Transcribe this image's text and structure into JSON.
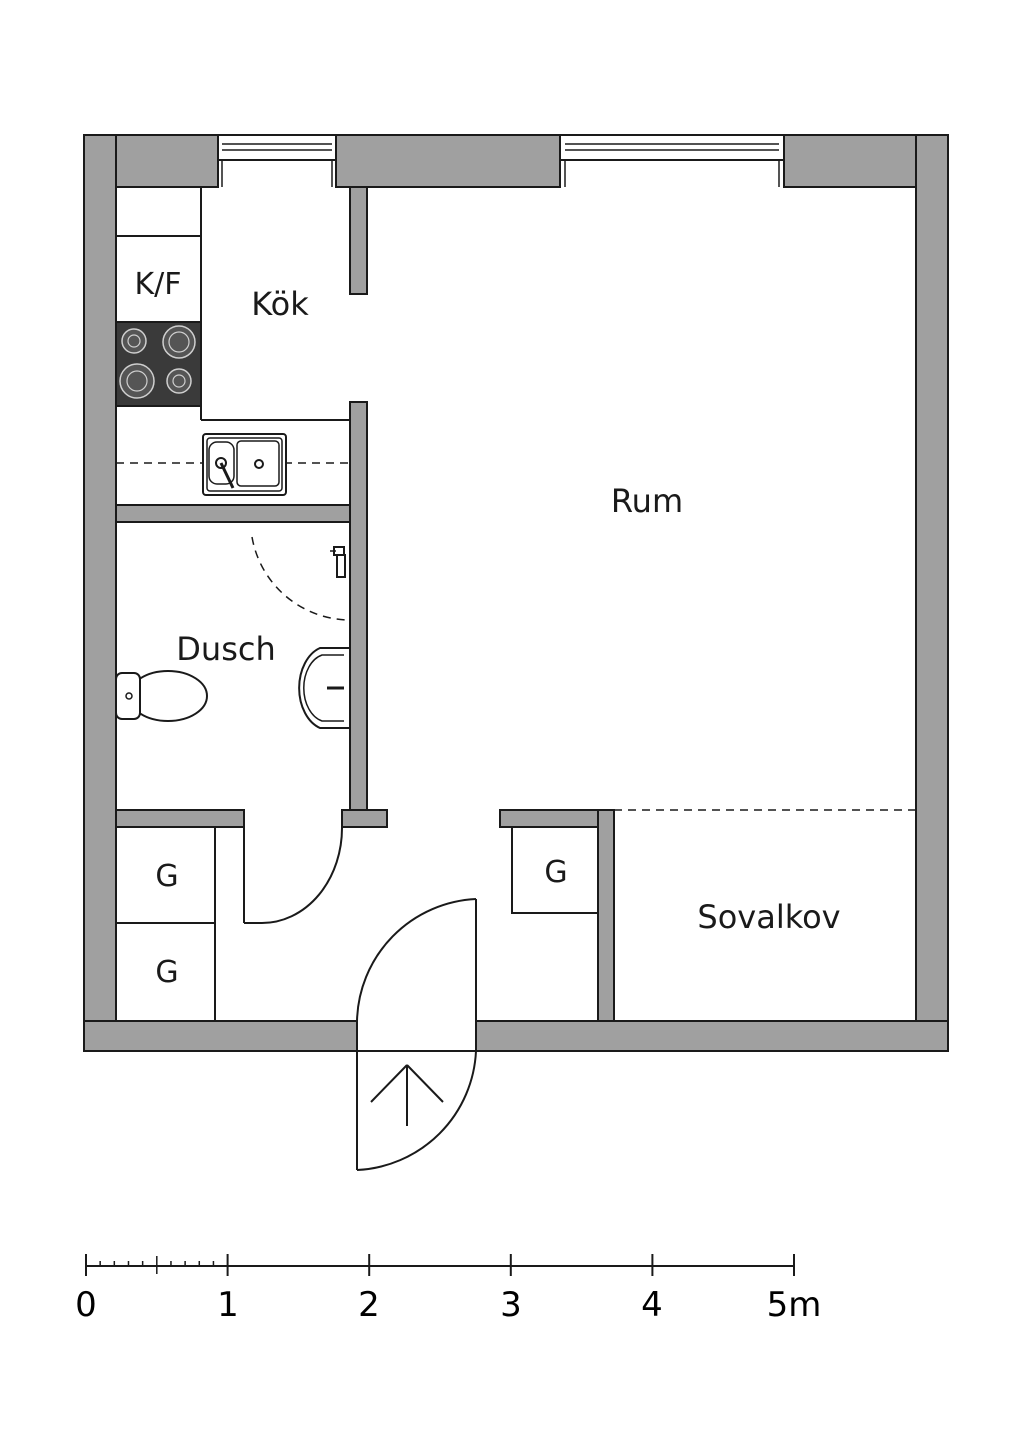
{
  "rooms": {
    "kitchen": "Kök",
    "room": "Rum",
    "shower": "Dusch",
    "alcove": "Sovalkov"
  },
  "fixtures": {
    "fridge_freezer": "K/F",
    "closet_1": "G",
    "closet_2": "G",
    "closet_3": "G"
  },
  "scale": {
    "ticks": [
      "0",
      "1",
      "2",
      "3",
      "4",
      "5m"
    ]
  },
  "colors": {
    "wall": "#a0a0a0",
    "stove": "#3a3a3a",
    "line": "#1a1a1a",
    "background": "#ffffff"
  },
  "icons": {
    "entrance": "arrow-up-icon",
    "stove": "stove-icon",
    "sink": "sink-icon",
    "toilet": "toilet-icon",
    "washbasin": "washbasin-icon",
    "shower": "shower-head-icon"
  }
}
